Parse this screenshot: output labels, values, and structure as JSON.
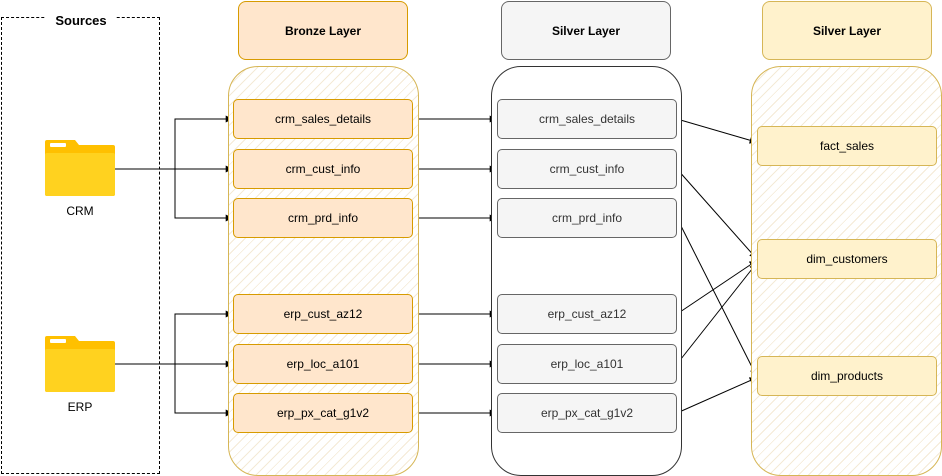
{
  "sources": {
    "title": "Sources",
    "systems": [
      {
        "label": "CRM",
        "icon": "folder-icon"
      },
      {
        "label": "ERP",
        "icon": "folder-icon"
      }
    ]
  },
  "layers": [
    {
      "title": "Bronze Layer",
      "tables": [
        "crm_sales_details",
        "crm_cust_info",
        "crm_prd_info",
        "erp_cust_az12",
        "erp_loc_a101",
        "erp_px_cat_g1v2"
      ]
    },
    {
      "title": "Silver Layer",
      "tables": [
        "crm_sales_details",
        "crm_cust_info",
        "crm_prd_info",
        "erp_cust_az12",
        "erp_loc_a101",
        "erp_px_cat_g1v2"
      ]
    },
    {
      "title": "Silver Layer",
      "tables": [
        "fact_sales",
        "dim_customers",
        "dim_products"
      ]
    }
  ],
  "colors": {
    "bronze_fill": "#ffe6cc",
    "bronze_stroke": "#d79b00",
    "silver_fill": "#f5f5f5",
    "silver_stroke": "#666666",
    "gold_fill": "#fff2cc",
    "gold_stroke": "#d6b656",
    "folder": "#ffc000"
  }
}
